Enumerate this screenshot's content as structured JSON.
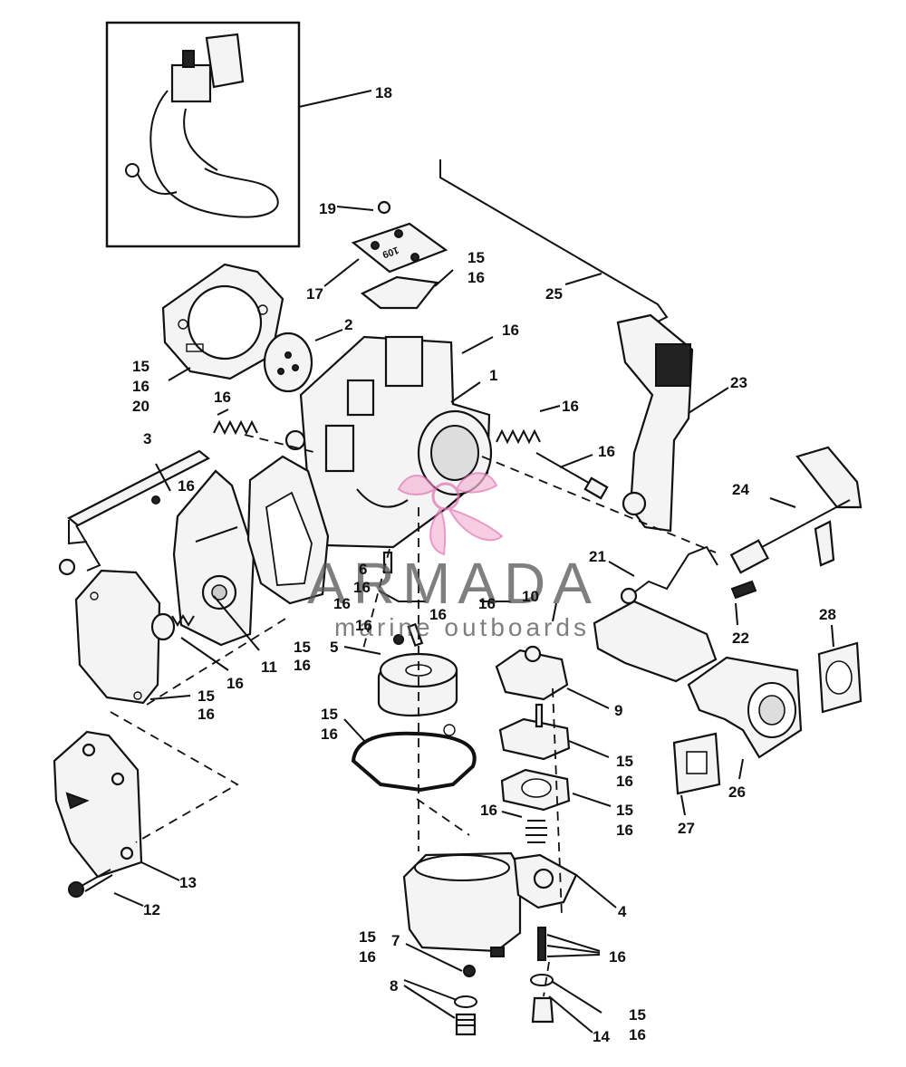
{
  "watermark": {
    "brand": "ARMADA",
    "tagline": "marine outboards",
    "logo_color": "#e070b0"
  },
  "callouts": {
    "c1": "1",
    "c2": "2",
    "c3": "3",
    "c4": "4",
    "c5": "5",
    "c6": "6",
    "c7": "7",
    "c8": "8",
    "c9": "9",
    "c10": "10",
    "c11": "11",
    "c12": "12",
    "c13": "13",
    "c14": "14",
    "c15": "15",
    "c16": "16",
    "c17": "17",
    "c18": "18",
    "c19": "19",
    "c21": "21",
    "c22": "22",
    "c23": "23",
    "c24": "24",
    "c25": "25",
    "c26": "26",
    "c27": "27",
    "c28": "28"
  },
  "stacked_labels": {
    "gasket_top": [
      "15",
      "16"
    ],
    "gasket_left": [
      "15",
      "16",
      "20"
    ],
    "gasket_mid": [
      "15",
      "16"
    ],
    "cover_gasket": [
      "15",
      "16"
    ],
    "bowl_gasket": [
      "15",
      "16"
    ],
    "diaphragm": [
      "15",
      "16"
    ],
    "pump_gasket": [
      "15",
      "16"
    ],
    "bowl_screw_seal": [
      "15",
      "16"
    ],
    "drain_seal": [
      "15",
      "16"
    ],
    "jet_left": [
      "16"
    ],
    "jet_mid": [
      "16"
    ],
    "jet_right": [
      "16"
    ],
    "lever": [
      "16"
    ],
    "spring_top": [
      "16"
    ],
    "spring_mid": [
      "16"
    ],
    "pump_spring": [
      "16"
    ],
    "screw_right": [
      "16"
    ],
    "float_pin_a": [
      "16"
    ],
    "float_pin_b": [
      "16"
    ],
    "float_pin_c": [
      "16"
    ],
    "checks": [
      "16"
    ],
    "plug_spring": [
      "16"
    ],
    "screw_small": [
      "16"
    ]
  },
  "plate_label": "109"
}
